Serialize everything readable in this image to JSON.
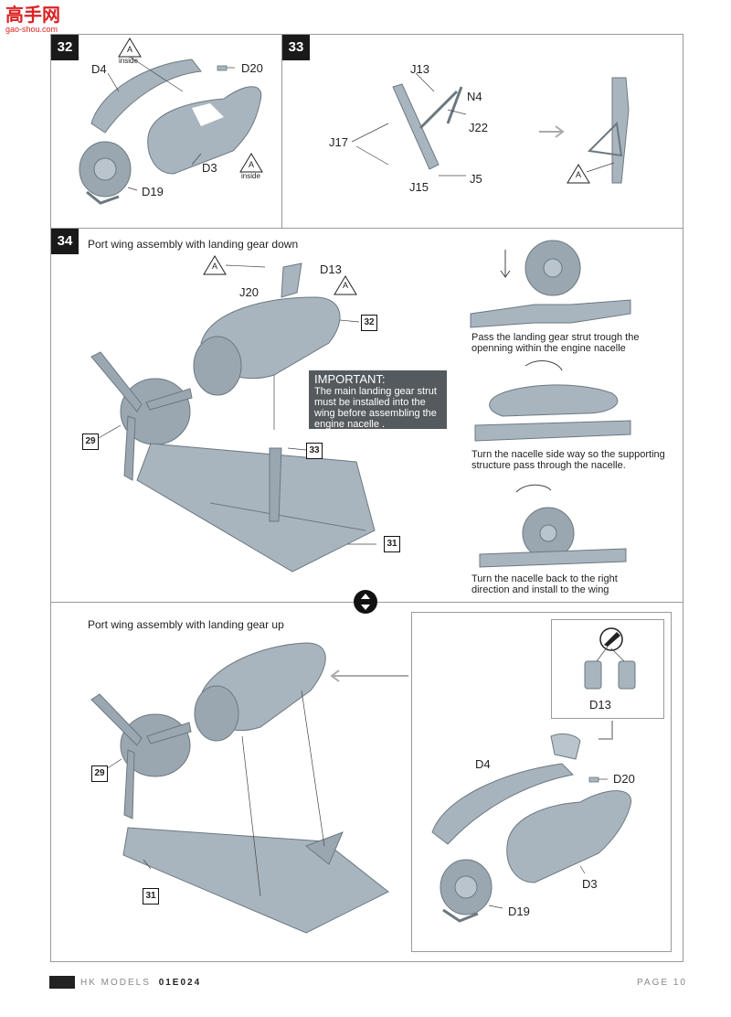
{
  "watermark": {
    "top": "高手网",
    "bottom": "gao-shou.com"
  },
  "steps": {
    "s32": {
      "number": "32",
      "parts": [
        "D4",
        "D20",
        "D3",
        "D19"
      ],
      "warn_letter": "A",
      "warn_inside": "inside"
    },
    "s33": {
      "number": "33",
      "parts": [
        "J13",
        "N4",
        "J22",
        "J17",
        "J15",
        "J5"
      ],
      "warn_letter": "A"
    },
    "s34": {
      "number": "34",
      "title_down": "Port wing assembly with landing gear down",
      "title_up": "Port wing assembly with landing gear up",
      "parts": [
        "D13",
        "J20"
      ],
      "warn_letter": "A",
      "refs": {
        "r32": "32",
        "r29": "29",
        "r33": "33",
        "r31": "31",
        "r29b": "29",
        "r31b": "31"
      },
      "important": {
        "head": "IMPORTANT:",
        "lines": [
          "The main landing gear strut",
          "must be installed into the",
          "wing before assembling the",
          "engine nacelle ."
        ]
      },
      "instructions": [
        [
          "Pass the landing gear strut trough the",
          "openning within the engine nacelle"
        ],
        [
          "Turn the nacelle side way so the supporting",
          "structure pass through the nacelle."
        ],
        [
          "Turn the nacelle back to the right",
          "direction and install to the wing"
        ]
      ],
      "inset_parts": {
        "d13": "D13",
        "d4": "D4",
        "d20": "D20",
        "d3": "D3",
        "d19": "D19"
      }
    }
  },
  "footer": {
    "brand": "HK MODELS",
    "code": "01E024",
    "page": "PAGE 10"
  }
}
